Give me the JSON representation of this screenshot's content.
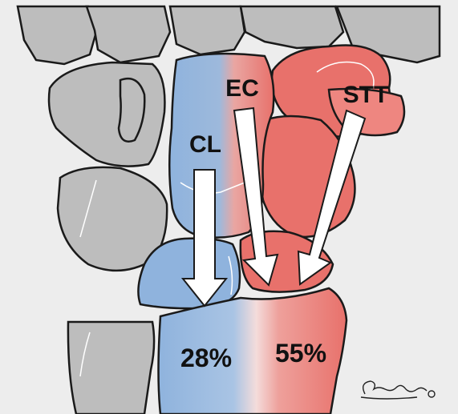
{
  "labels": {
    "cl": "CL",
    "ec": "EC",
    "stt": "STT",
    "pct_cl": "28%",
    "pct_radial": "55%"
  },
  "colors": {
    "bone_gray": "#bdbdbd",
    "bone_outline": "#1a1a1a",
    "blue": "#8fb3dd",
    "red": "#e8716b",
    "red_light": "#f0a8a4",
    "arrow": "#ffffff",
    "background": "#f2f2f2"
  },
  "signature_mark": "artist signature"
}
